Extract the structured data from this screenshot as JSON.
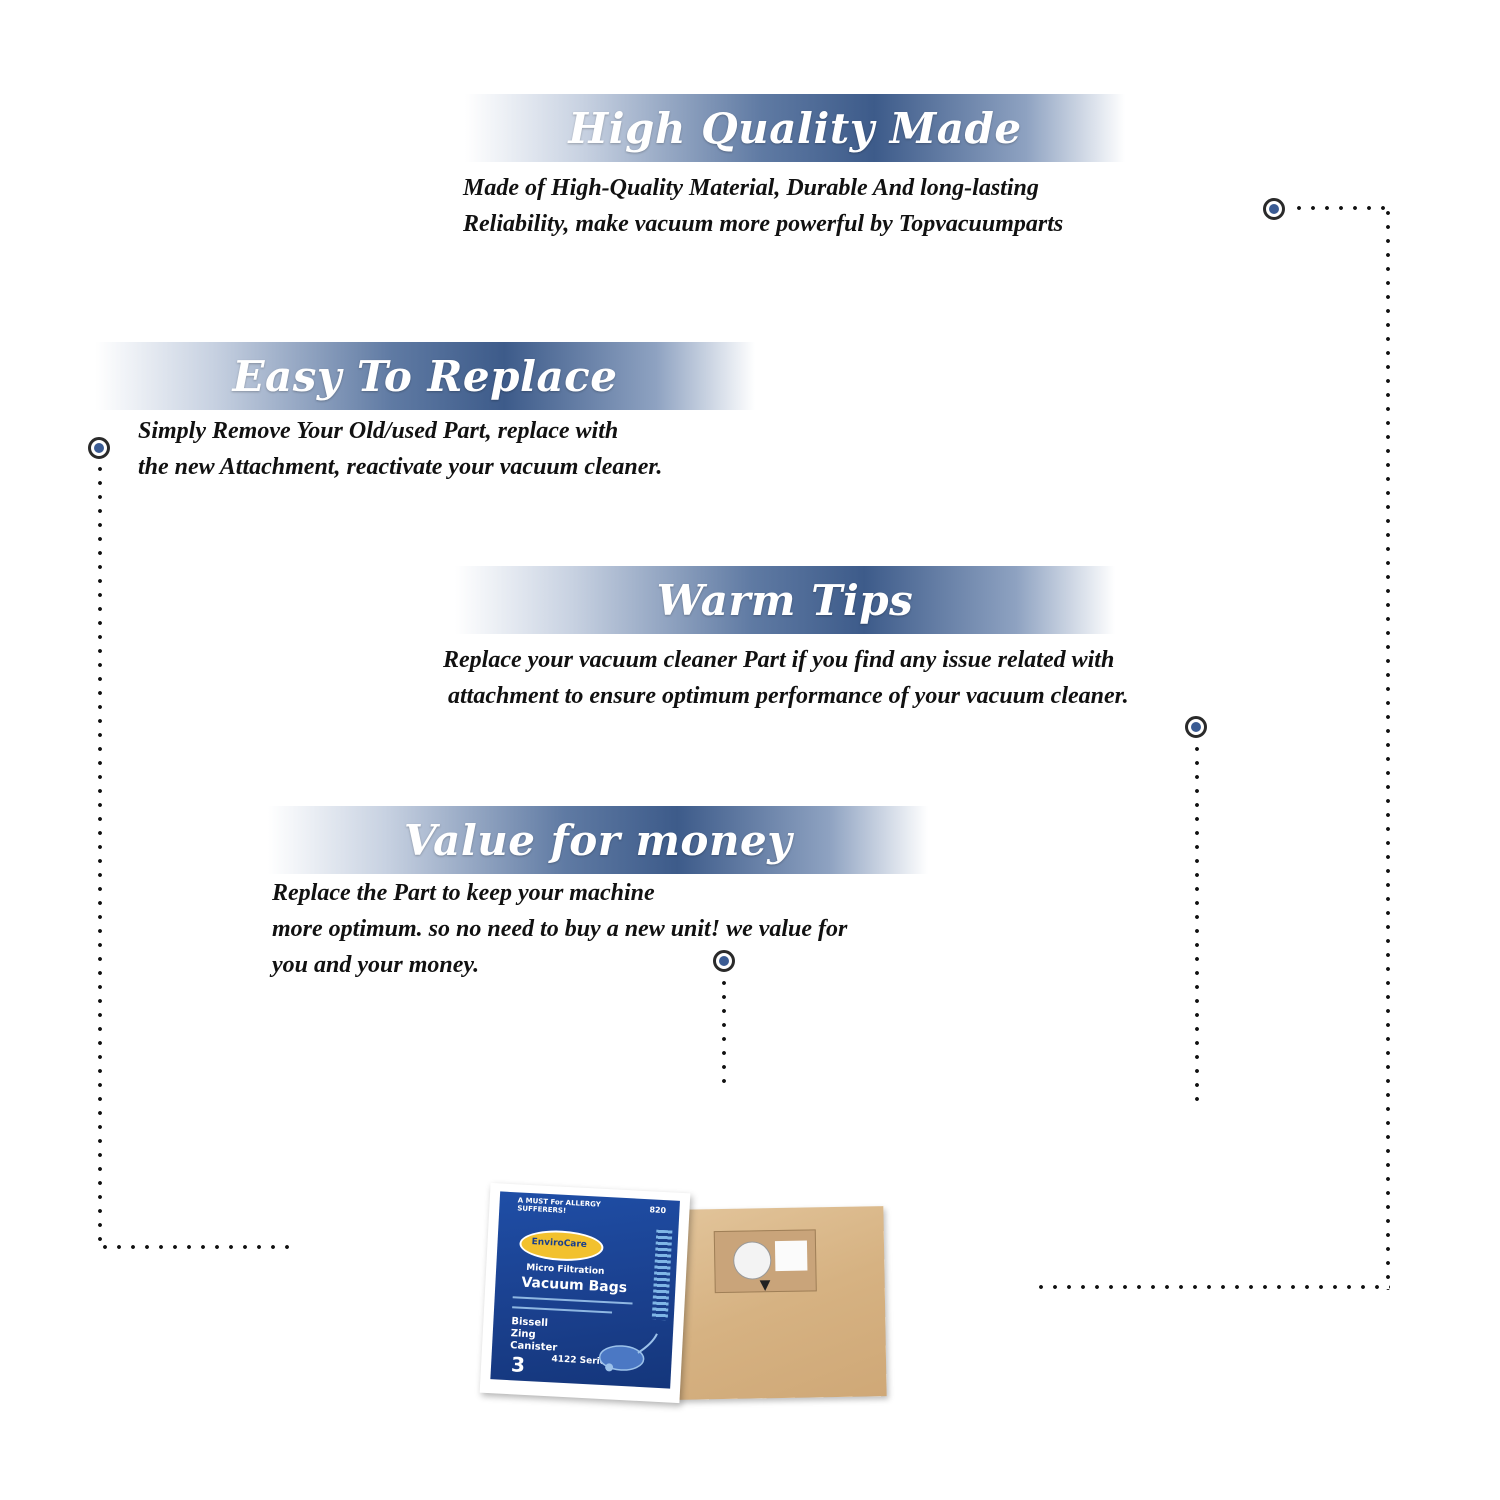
{
  "sections": [
    {
      "title": "High Quality Made",
      "lines": [
        "Made of  High-Quality Material, Durable And long-lasting",
        "Reliability, make vacuum more powerful by Topvacuumparts"
      ]
    },
    {
      "title": "Easy To Replace",
      "lines": [
        "Simply Remove Your Old/used Part, replace with",
        "the new Attachment, reactivate your vacuum cleaner."
      ]
    },
    {
      "title": "Warm Tips",
      "lines": [
        "Replace your vacuum cleaner Part if you find any issue related with",
        "attachment to ensure optimum performance of your vacuum cleaner."
      ]
    },
    {
      "title": "Value for money",
      "lines": [
        "Replace the Part to keep your machine",
        "more optimum. so no need to buy a new unit! we value for",
        "you and your money."
      ]
    }
  ],
  "product": {
    "package_header": "A MUST For ALLERGY SUFFERERS!",
    "package_number": "820",
    "brand": "EnviroCare",
    "product_line": "Micro Filtration",
    "product_name": "Vacuum Bags",
    "fits_brand": "Bissell",
    "fits_model_1": "Zing",
    "fits_model_2": "Canister",
    "fits_series": "4122 Series",
    "count": "3"
  },
  "colors": {
    "banner_blue": "#3d5b8a",
    "marker_blue": "#3a5b93",
    "package_blue": "#1a3f8c",
    "kraft": "#d6b282"
  }
}
